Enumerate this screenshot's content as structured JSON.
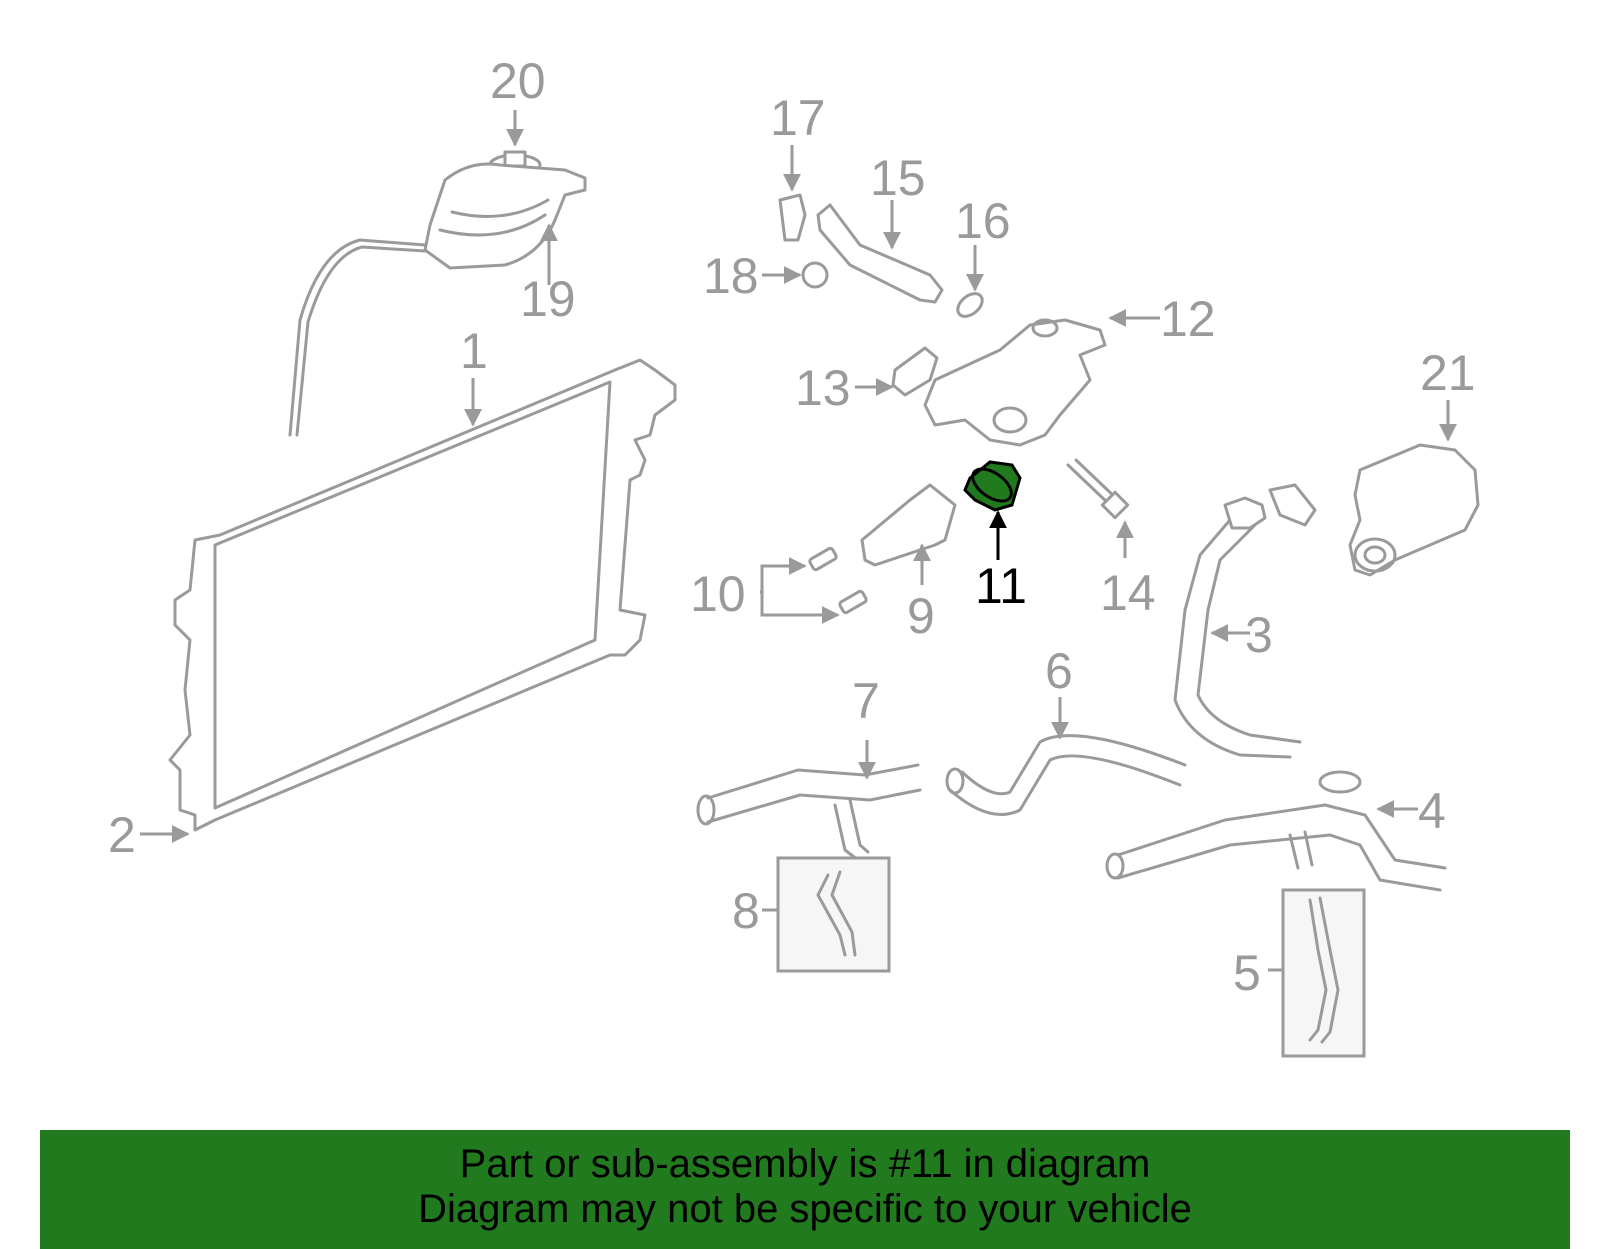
{
  "highlighted_part": "11",
  "highlight_color": "#217a1e",
  "line_color": "#9a9a9a",
  "callouts": [
    "1",
    "2",
    "3",
    "4",
    "5",
    "6",
    "7",
    "8",
    "9",
    "10",
    "11",
    "12",
    "13",
    "14",
    "15",
    "16",
    "17",
    "18",
    "19",
    "20",
    "21"
  ],
  "banner": {
    "line1": "Part or sub-assembly is #11 in diagram",
    "line2": "Diagram may not be specific to your vehicle",
    "background": "#217a1e"
  }
}
